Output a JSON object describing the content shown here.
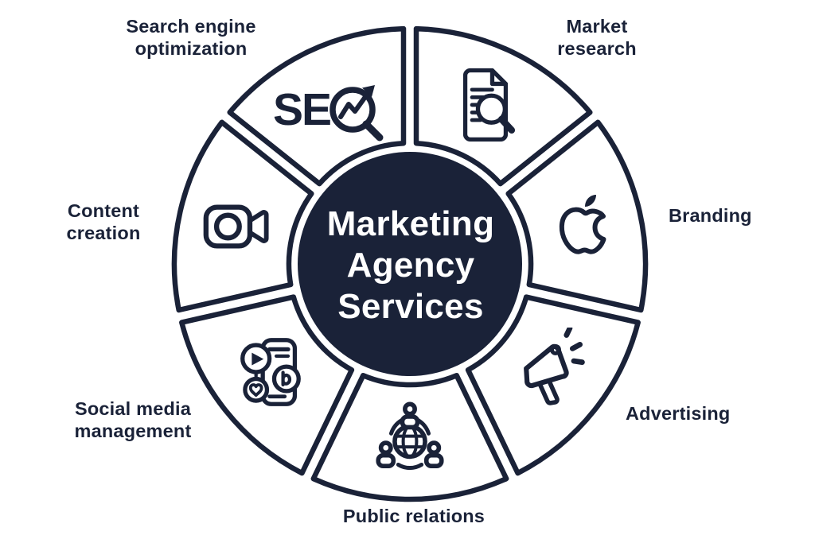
{
  "diagram": {
    "title": "Marketing Agency Services",
    "center": {
      "label": "Marketing Agency Services"
    },
    "colors": {
      "navy": "#1a2238",
      "background": "#ffffff"
    },
    "segments": [
      {
        "label": "Market research",
        "icon": "market-research-icon"
      },
      {
        "label": "Branding",
        "icon": "branding-icon"
      },
      {
        "label": "Advertising",
        "icon": "advertising-icon"
      },
      {
        "label": "Public relations",
        "icon": "public-relations-icon"
      },
      {
        "label": "Social media management",
        "icon": "social-media-icon"
      },
      {
        "label": "Content creation",
        "icon": "content-creation-icon"
      },
      {
        "label": "Search engine optimization",
        "icon": "seo-icon"
      }
    ],
    "seo_icon_text": "SE"
  }
}
